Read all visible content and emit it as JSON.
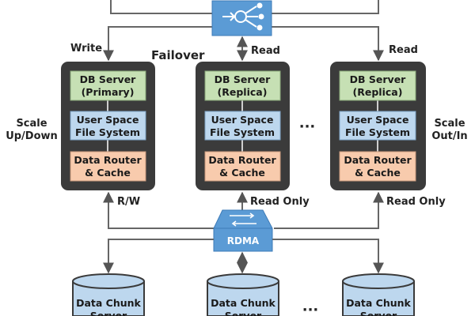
{
  "labels": {
    "write": "Write",
    "failover": "Failover",
    "read_center": "Read",
    "read_right": "Read",
    "scale_left_1": "Scale",
    "scale_left_2": "Up/Down",
    "scale_right_1": "Scale",
    "scale_right_2": "Out/In",
    "rw": "R/W",
    "read_only_center": "Read Only",
    "read_only_right": "Read Only",
    "ellipsis_nodes": "···",
    "ellipsis_chunks": "···",
    "rdma": "RDMA"
  },
  "nodes": [
    {
      "db_1": "DB Server",
      "db_2": "(Primary)",
      "fs_1": "User Space",
      "fs_2": "File System",
      "rt_1": "Data Router",
      "rt_2": "& Cache"
    },
    {
      "db_1": "DB Server",
      "db_2": "(Replica)",
      "fs_1": "User Space",
      "fs_2": "File System",
      "rt_1": "Data Router",
      "rt_2": "& Cache"
    },
    {
      "db_1": "DB Server",
      "db_2": "(Replica)",
      "fs_1": "User Space",
      "fs_2": "File System",
      "rt_1": "Data Router",
      "rt_2": "& Cache"
    }
  ],
  "chunks": [
    {
      "l1": "Data Chunk",
      "l2": "Server"
    },
    {
      "l1": "Data Chunk",
      "l2": "Server"
    },
    {
      "l1": "Data Chunk",
      "l2": "Server"
    }
  ],
  "colors": {
    "db": "#c6e0b4",
    "fs": "#bdd7ee",
    "router": "#f8cbad",
    "node_frame": "#3b3b3b",
    "switch": "#5b9bd5",
    "cylinder": "#bdd7ee",
    "line": "#555555"
  },
  "icons": {
    "switch": "load-balancer-icon",
    "rdma": "rdma-switch-icon"
  }
}
